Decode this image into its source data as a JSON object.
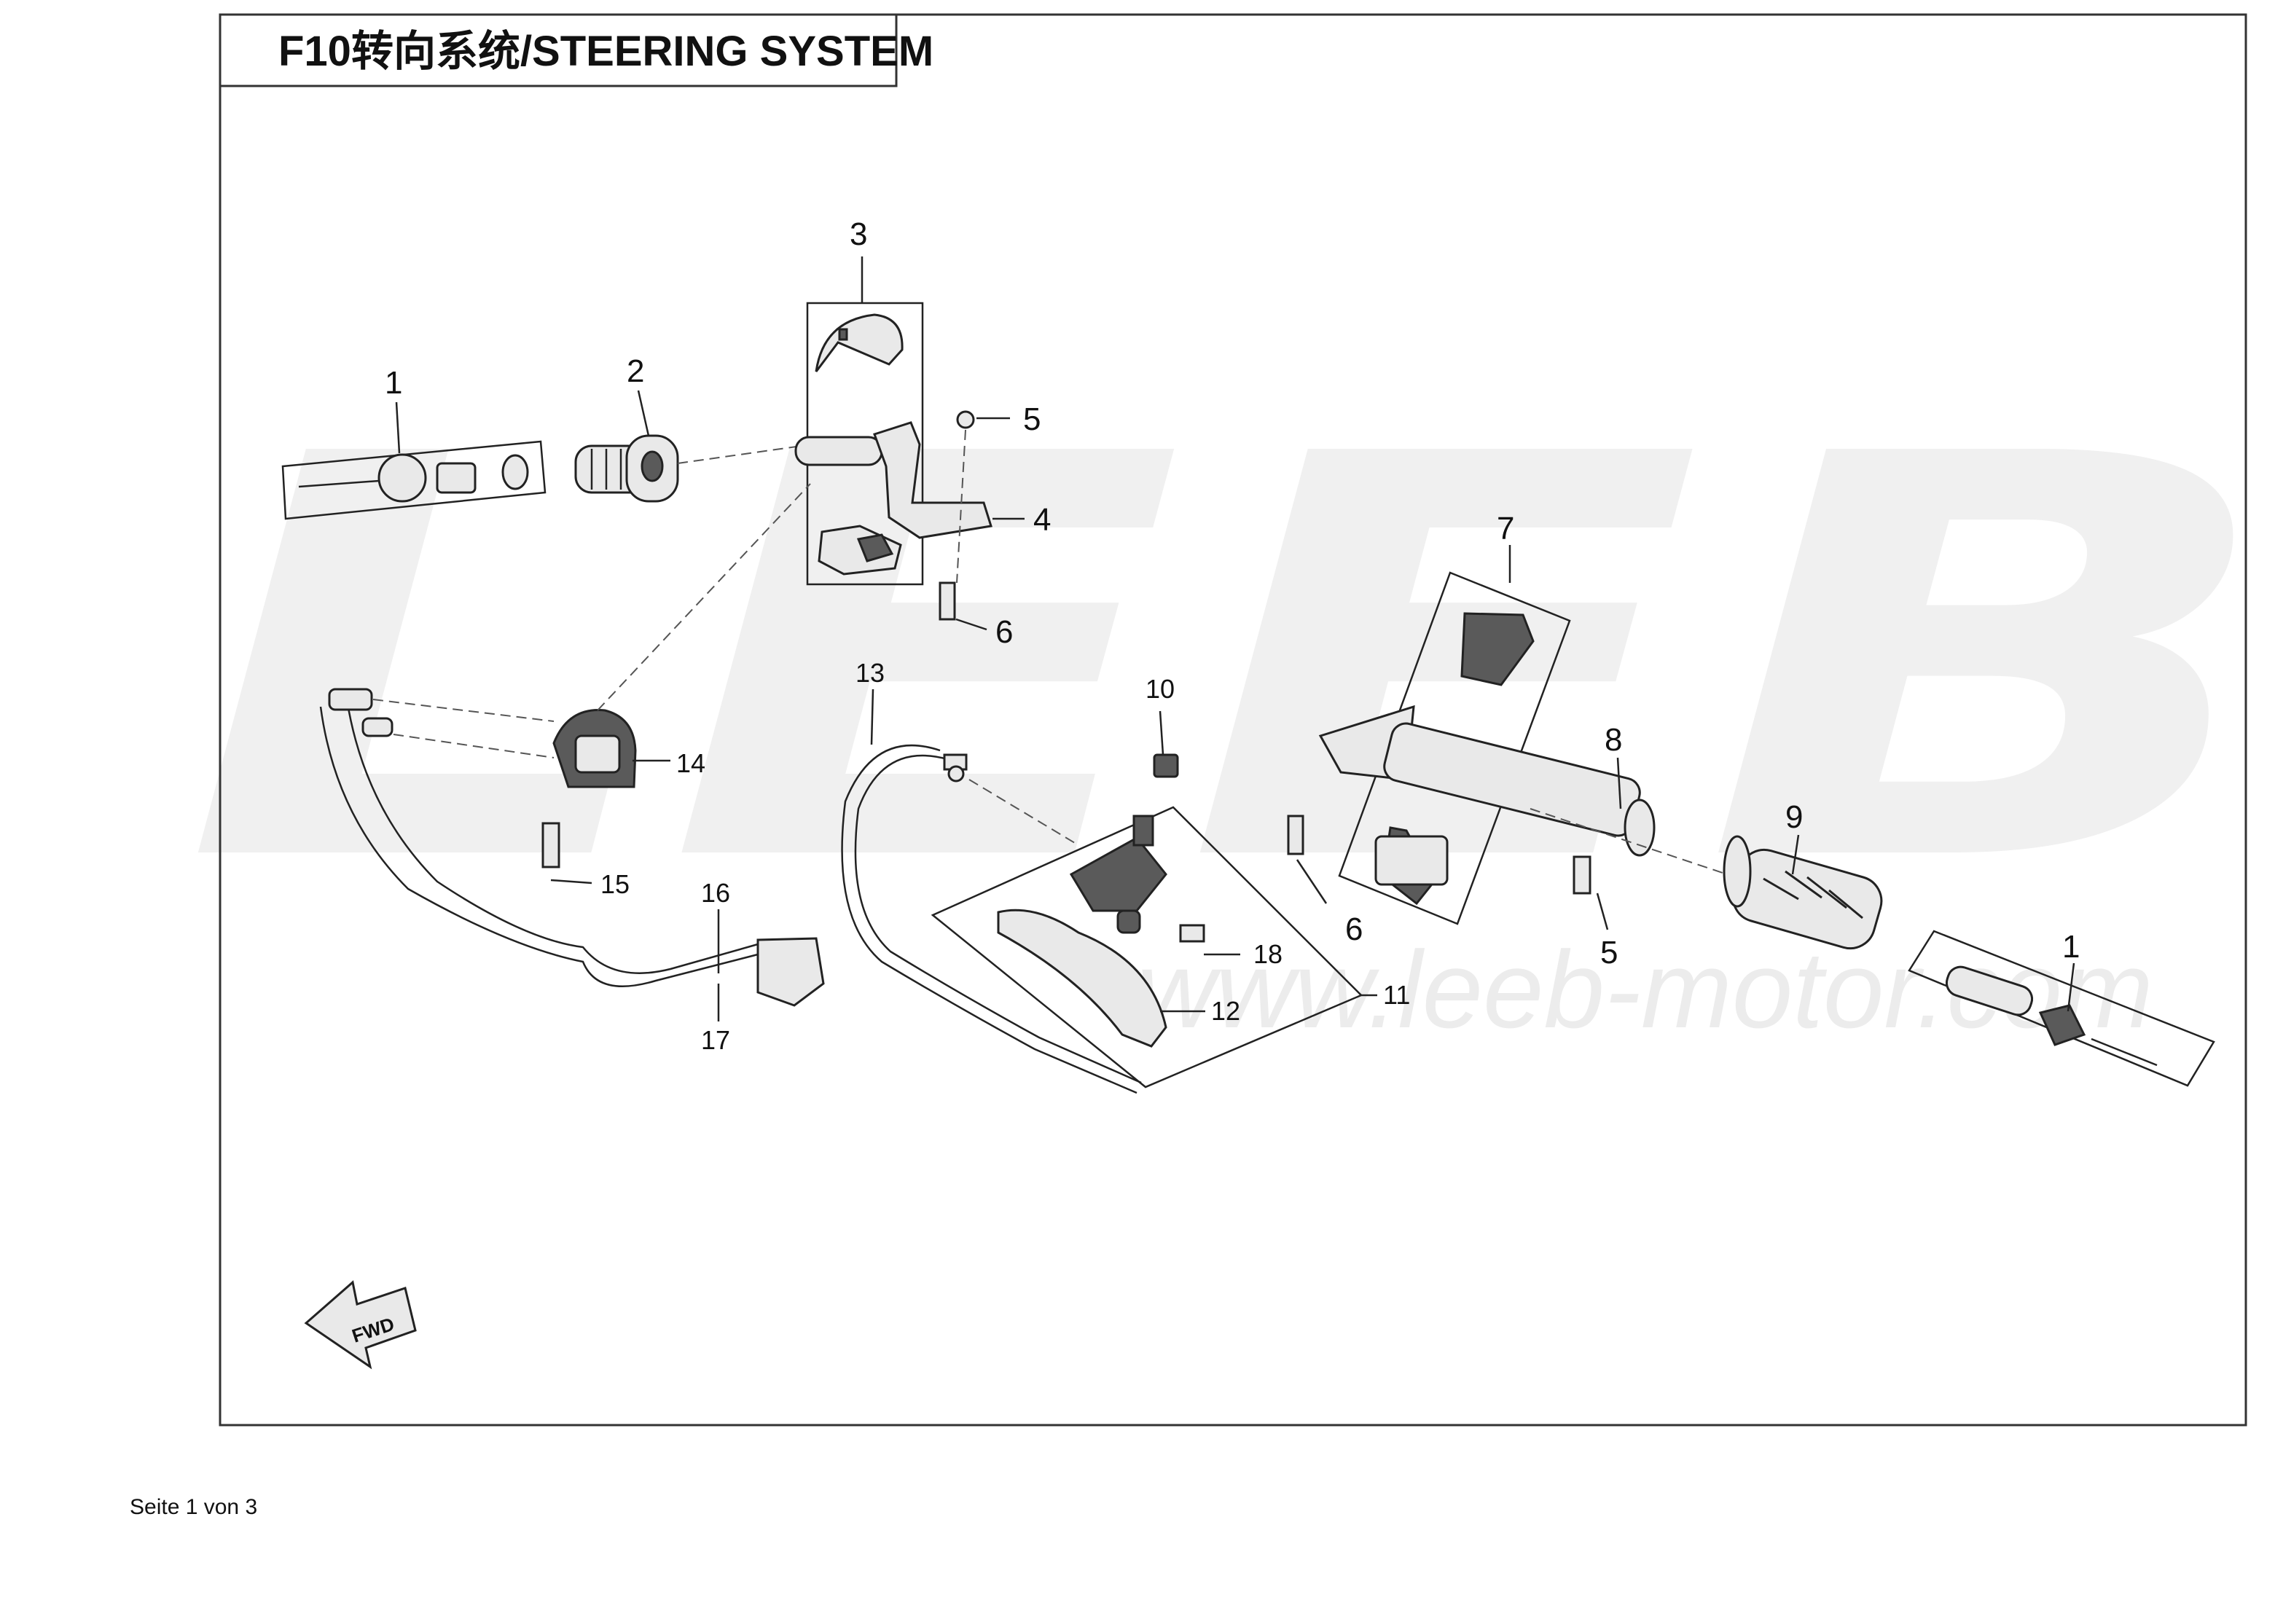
{
  "title": "F10转向系统/STEERING SYSTEM",
  "watermark": {
    "brand": "LEEB",
    "url": "www.leeb-motor.com"
  },
  "fwd_label": "FWD",
  "footer": "Seite 1 von 3",
  "callouts": [
    "1",
    "2",
    "3",
    "4",
    "5",
    "6",
    "7",
    "8",
    "9",
    "10",
    "11",
    "12",
    "13",
    "14",
    "15",
    "16",
    "17",
    "18",
    "1",
    "5",
    "6"
  ]
}
